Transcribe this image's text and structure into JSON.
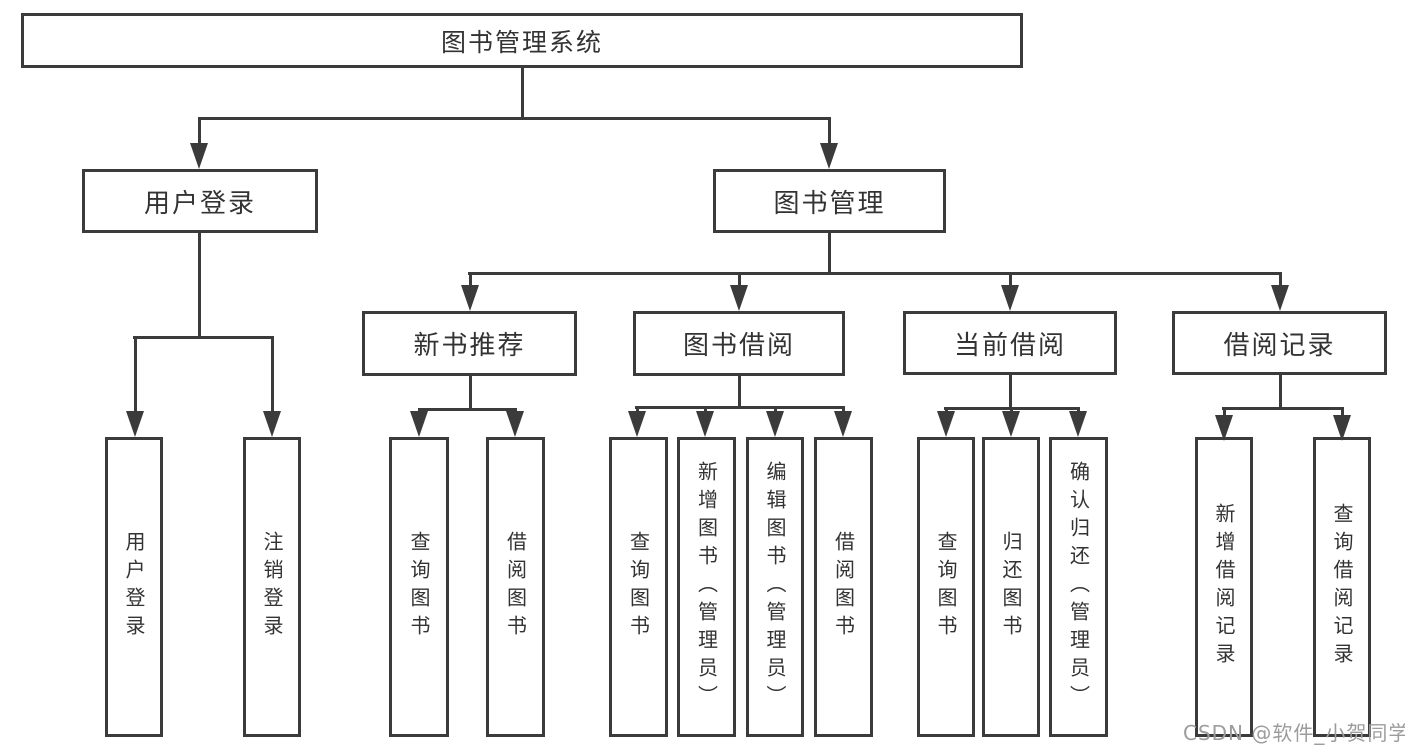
{
  "colors": {
    "line": "#3b3b3b",
    "text": "#333333",
    "background": "#ffffff",
    "watermark": "#9c9c9c"
  },
  "tree": {
    "root": {
      "label": "图书管理系统"
    },
    "branches": [
      {
        "label": "用户登录",
        "children": [
          {
            "label": "用户登录"
          },
          {
            "label": "注销登录"
          }
        ]
      },
      {
        "label": "图书管理",
        "children": [
          {
            "label": "新书推荐",
            "children": [
              {
                "label": "查询图书"
              },
              {
                "label": "借阅图书"
              }
            ]
          },
          {
            "label": "图书借阅",
            "children": [
              {
                "label": "查询图书"
              },
              {
                "label": "新增图书（管理员）"
              },
              {
                "label": "编辑图书（管理员）"
              },
              {
                "label": "借阅图书"
              }
            ]
          },
          {
            "label": "当前借阅",
            "children": [
              {
                "label": "查询图书"
              },
              {
                "label": "归还图书"
              },
              {
                "label": "确认归还（管理员）"
              }
            ]
          },
          {
            "label": "借阅记录",
            "children": [
              {
                "label": "新增借阅记录"
              },
              {
                "label": "查询借阅记录"
              }
            ]
          }
        ]
      }
    ]
  },
  "watermark": {
    "text": "CSDN @软件_小贺同学"
  }
}
